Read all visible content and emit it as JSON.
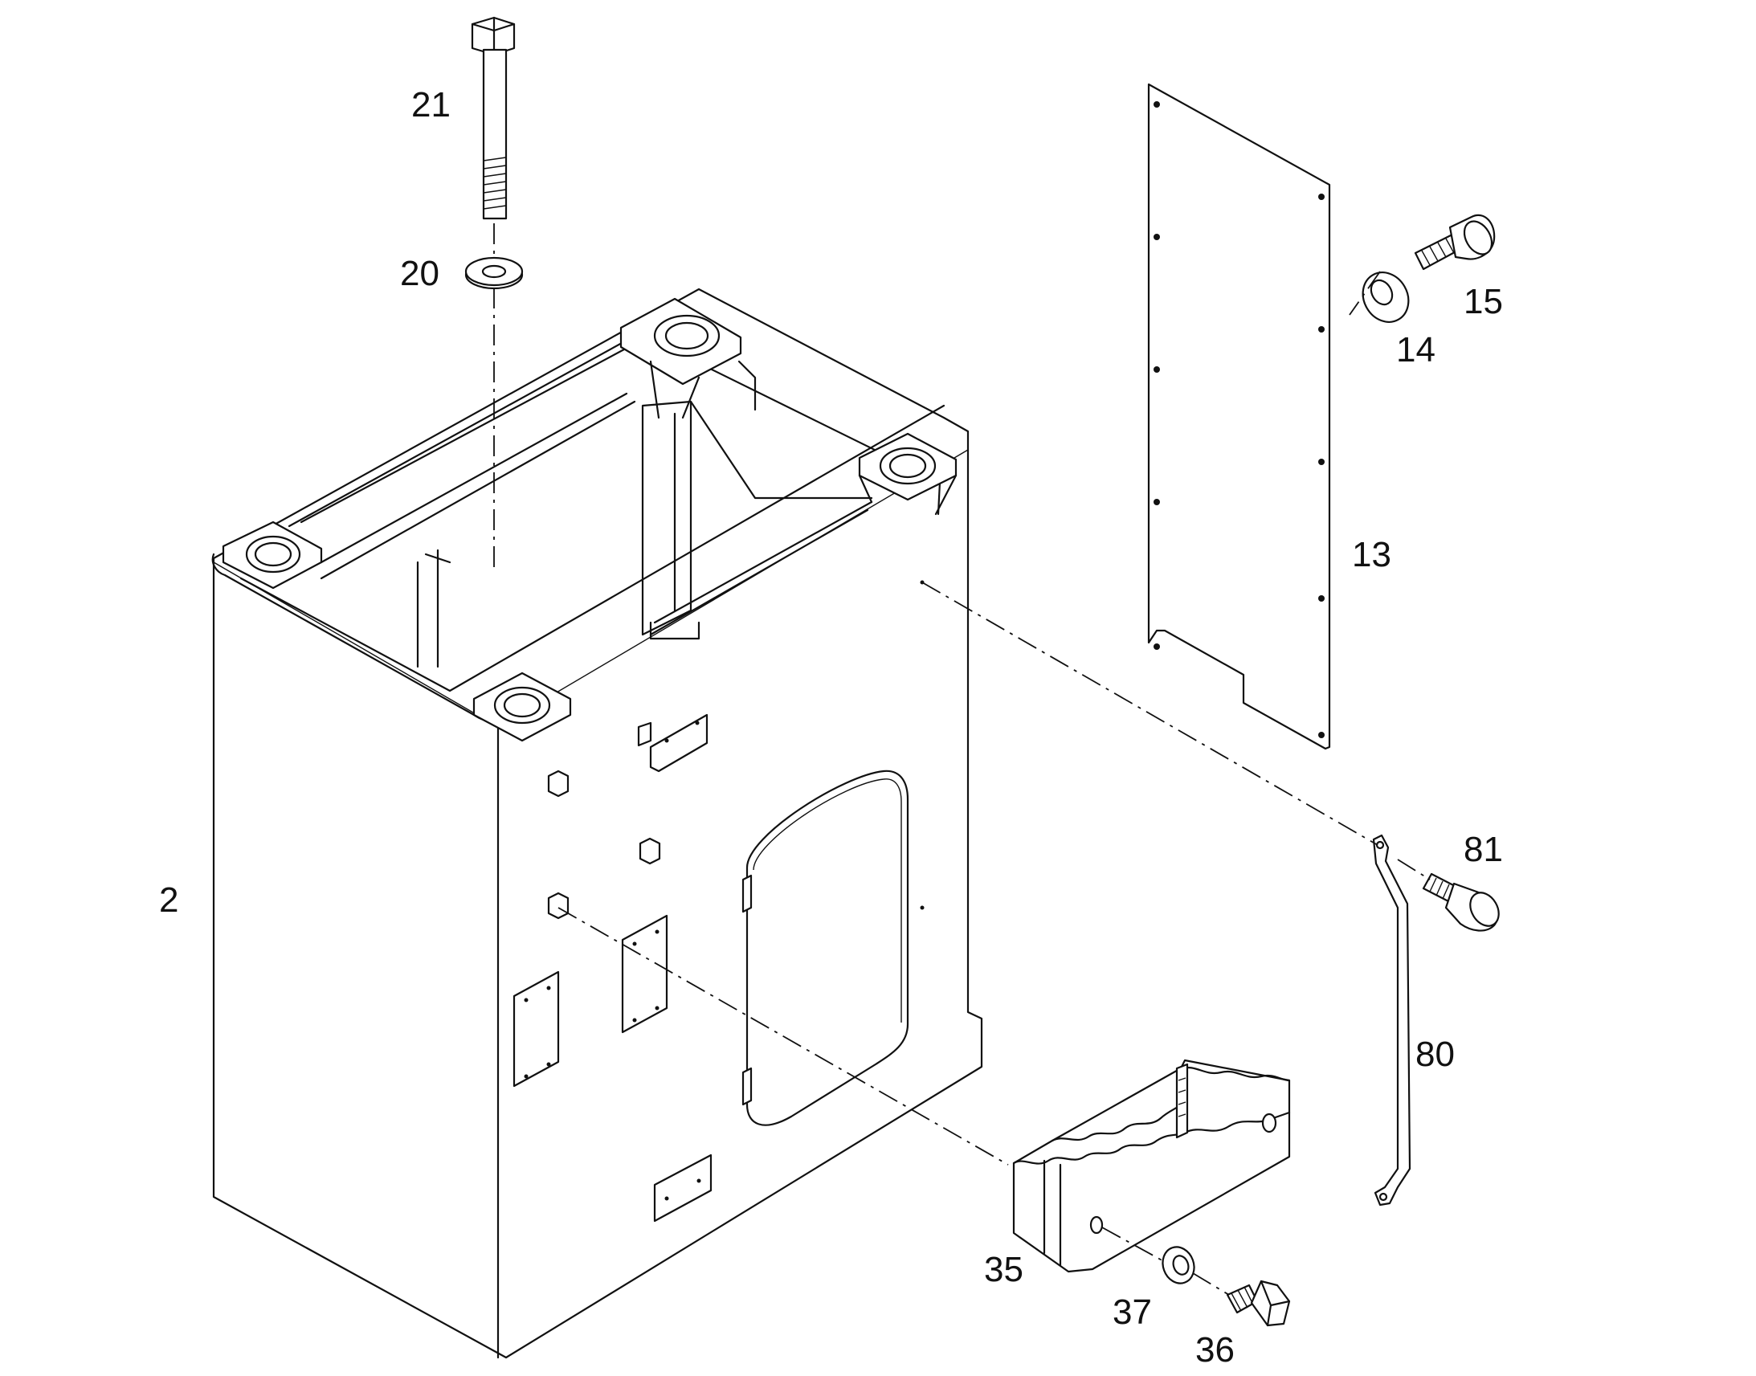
{
  "parts": [
    {
      "id": "2",
      "label": "2"
    },
    {
      "id": "13",
      "label": "13"
    },
    {
      "id": "14",
      "label": "14"
    },
    {
      "id": "15",
      "label": "15"
    },
    {
      "id": "20",
      "label": "20"
    },
    {
      "id": "21",
      "label": "21"
    },
    {
      "id": "35",
      "label": "35"
    },
    {
      "id": "36",
      "label": "36"
    },
    {
      "id": "37",
      "label": "37"
    },
    {
      "id": "80",
      "label": "80"
    },
    {
      "id": "81",
      "label": "81"
    }
  ],
  "colors": {
    "line": "#111111",
    "background": "#ffffff"
  }
}
